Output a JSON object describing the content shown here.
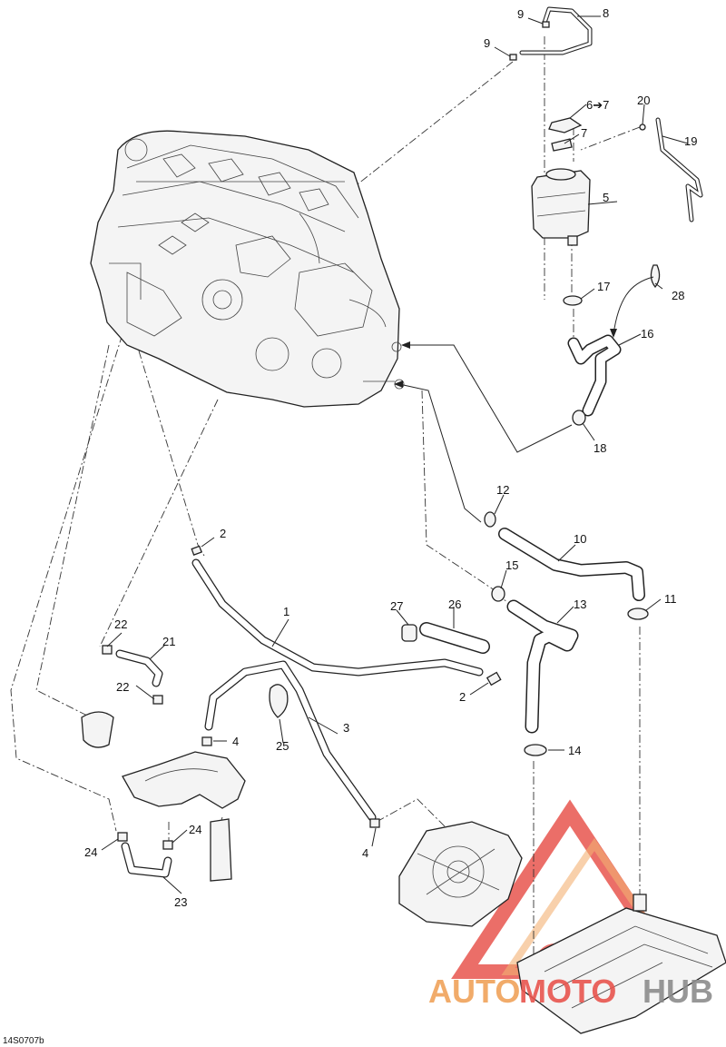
{
  "figure_code": "14S0707b",
  "callouts": [
    {
      "id": "c1",
      "text": "1"
    },
    {
      "id": "c2a",
      "text": "2"
    },
    {
      "id": "c2b",
      "text": "2"
    },
    {
      "id": "c3",
      "text": "3"
    },
    {
      "id": "c4a",
      "text": "4"
    },
    {
      "id": "c4b",
      "text": "4"
    },
    {
      "id": "c5",
      "text": "5"
    },
    {
      "id": "c6",
      "text": "6➔7"
    },
    {
      "id": "c7",
      "text": "7"
    },
    {
      "id": "c8",
      "text": "8"
    },
    {
      "id": "c9a",
      "text": "9"
    },
    {
      "id": "c9b",
      "text": "9"
    },
    {
      "id": "c10",
      "text": "10"
    },
    {
      "id": "c11",
      "text": "11"
    },
    {
      "id": "c12",
      "text": "12"
    },
    {
      "id": "c13",
      "text": "13"
    },
    {
      "id": "c14",
      "text": "14"
    },
    {
      "id": "c15",
      "text": "15"
    },
    {
      "id": "c16",
      "text": "16"
    },
    {
      "id": "c17",
      "text": "17"
    },
    {
      "id": "c18",
      "text": "18"
    },
    {
      "id": "c19",
      "text": "19"
    },
    {
      "id": "c20",
      "text": "20"
    },
    {
      "id": "c21",
      "text": "21"
    },
    {
      "id": "c22a",
      "text": "22"
    },
    {
      "id": "c22b",
      "text": "22"
    },
    {
      "id": "c23",
      "text": "23"
    },
    {
      "id": "c24a",
      "text": "24"
    },
    {
      "id": "c24b",
      "text": "24"
    },
    {
      "id": "c25",
      "text": "25"
    },
    {
      "id": "c26",
      "text": "26"
    },
    {
      "id": "c27",
      "text": "27"
    },
    {
      "id": "c28",
      "text": "28"
    }
  ],
  "watermark": {
    "text_a": "AUTO",
    "text_b": "MOTO",
    "text_c": "HUB",
    "color_orange": "#f0a35a",
    "color_red": "#e8554e",
    "color_gray": "#8c8c8c"
  }
}
